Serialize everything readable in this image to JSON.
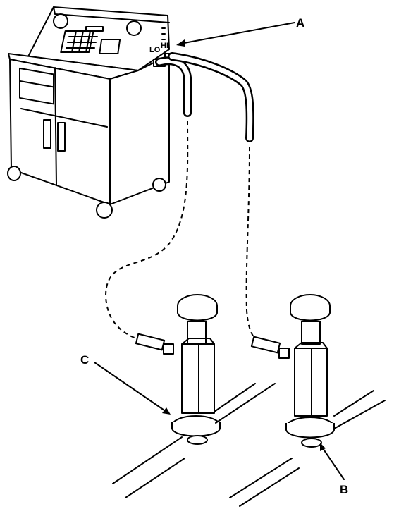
{
  "figure": {
    "station_labels": {
      "low": "LO",
      "high": "HI"
    },
    "callouts": [
      {
        "id": "A",
        "label": "A"
      },
      {
        "id": "B",
        "label": "B"
      },
      {
        "id": "C",
        "label": "C"
      }
    ],
    "colors": {
      "ink": "#000000",
      "paper": "#ffffff"
    }
  }
}
